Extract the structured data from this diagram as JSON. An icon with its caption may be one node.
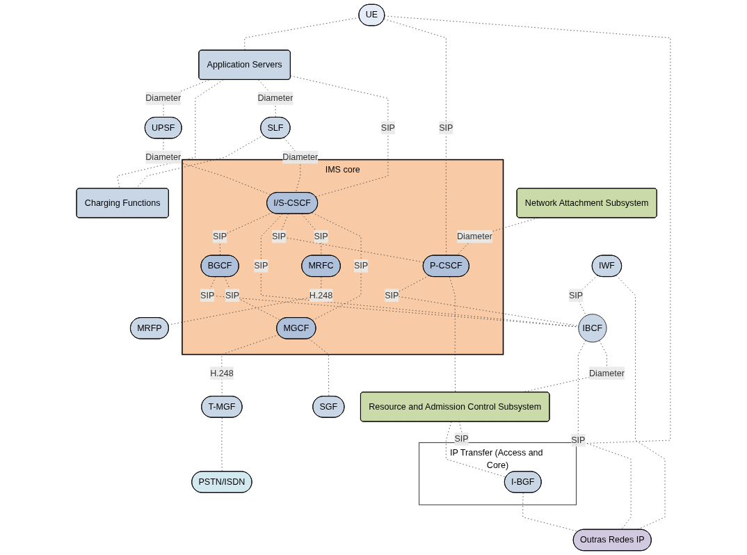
{
  "diagram": {
    "nodes": [
      {
        "text": [
          "Application Servers"
        ]
      },
      {
        "text": [
          "Charging Functions"
        ]
      },
      {
        "text": [
          "UPSF"
        ]
      },
      {
        "text": [
          "SLF"
        ]
      },
      {
        "text": [
          "IMS core"
        ]
      },
      {
        "text": [
          "BGCF"
        ],
        "in": 4
      },
      {
        "text": [
          "I/S-CSCF"
        ],
        "in": 4
      },
      {
        "text": [
          "P-CSCF"
        ],
        "in": 4
      },
      {
        "text": [
          "MRFC"
        ],
        "in": 4
      },
      {
        "text": [
          "MGCF"
        ],
        "in": 4
      },
      {
        "text": [
          "IWF"
        ]
      },
      {
        "text": [
          "IBCF"
        ]
      },
      {
        "text": [
          "Network Attachment Subsystem"
        ]
      },
      {
        "text": [
          "SGF"
        ]
      },
      {
        "text": [
          "PSTN/ISDN"
        ]
      },
      {
        "text": [
          "Outras Redes IP"
        ]
      },
      {
        "text": [
          "Resource and Admission Control Subsystem"
        ]
      },
      {
        "text": [
          "MRFP"
        ]
      },
      {
        "text": [
          "T-MGF"
        ]
      },
      {
        "text": [
          "UE"
        ]
      },
      {
        "text": [
          "IP Transfer (Access and Core)"
        ]
      },
      {
        "text": [
          "I-BGF"
        ],
        "in": 20
      }
    ],
    "edges": [
      {
        "from": 19,
        "to": 0,
        "arrow": "none",
        "style": "dashed"
      },
      {
        "from": 0,
        "to": 2,
        "arrow": "none",
        "style": "dashed",
        "label": "Diameter"
      },
      {
        "from": 0,
        "to": 1,
        "arrow": "none",
        "style": "dashed"
      },
      {
        "from": 0,
        "to": 3,
        "arrow": "none",
        "style": "dashed",
        "label": "Diameter"
      },
      {
        "from": 0,
        "to": 6,
        "arrow": "none",
        "style": "dashed",
        "label": "SIP"
      },
      {
        "from": 3,
        "to": 1,
        "arrow": "none",
        "style": "dashed"
      },
      {
        "from": 3,
        "to": 6,
        "arrow": "none",
        "style": "dashed",
        "label": "Diameter"
      },
      {
        "from": 2,
        "to": 6,
        "arrow": "none",
        "style": "dashed",
        "label": "Diameter"
      },
      {
        "from": 12,
        "to": 7,
        "arrow": "none",
        "style": "dashed",
        "label": "Diameter"
      },
      {
        "from": 6,
        "to": 5,
        "arrow": "none",
        "style": "dashed",
        "label": "SIP"
      },
      {
        "from": 6,
        "to": 11,
        "arrow": "none",
        "style": "dashed",
        "label": "SIP"
      },
      {
        "from": 6,
        "to": 7,
        "arrow": "none",
        "style": "dashed",
        "label": "SIP"
      },
      {
        "from": 6,
        "to": 8,
        "arrow": "none",
        "style": "dashed",
        "label": "SIP"
      },
      {
        "from": 6,
        "to": 9,
        "arrow": "none",
        "style": "dashed",
        "label": "SIP"
      },
      {
        "from": 5,
        "to": 11,
        "arrow": "none",
        "style": "dashed",
        "label": "SIP"
      },
      {
        "from": 5,
        "to": 9,
        "arrow": "none",
        "style": "dashed",
        "label": "SIP"
      },
      {
        "from": 7,
        "to": 11,
        "arrow": "none",
        "style": "dashed",
        "label": "SIP"
      },
      {
        "from": 10,
        "to": 11,
        "arrow": "none",
        "style": "dashed",
        "label": "SIP"
      },
      {
        "from": 11,
        "to": 15,
        "arrow": "none",
        "style": "dashed",
        "label": "SIP"
      },
      {
        "from": 10,
        "to": 15,
        "arrow": "none",
        "style": "dashed"
      },
      {
        "from": 11,
        "to": 16,
        "arrow": "none",
        "style": "dashed",
        "label": "Diameter"
      },
      {
        "from": 16,
        "to": 21,
        "arrow": "none",
        "style": "dashed"
      },
      {
        "from": 7,
        "to": 16,
        "arrow": "none",
        "style": "dashed"
      },
      {
        "from": 16,
        "to": 20,
        "arrow": "none",
        "style": "dashed",
        "label": "SIP"
      },
      {
        "from": 8,
        "to": 17,
        "arrow": "none",
        "style": "dashed",
        "label": "H.248"
      },
      {
        "from": 9,
        "to": 18,
        "arrow": "none",
        "style": "dashed",
        "label": "H.248"
      },
      {
        "from": 9,
        "to": 13,
        "arrow": "none",
        "style": "dashed"
      },
      {
        "from": 18,
        "to": 14,
        "arrow": "none",
        "style": "dashed"
      },
      {
        "from": 19,
        "to": 7,
        "arrow": "none",
        "style": "dashed",
        "label": "SIP"
      },
      {
        "from": 19,
        "to": 20,
        "arrow": "none",
        "style": "dashed"
      },
      {
        "from": 21,
        "to": 15,
        "arrow": "none",
        "style": "dashed"
      }
    ]
  }
}
